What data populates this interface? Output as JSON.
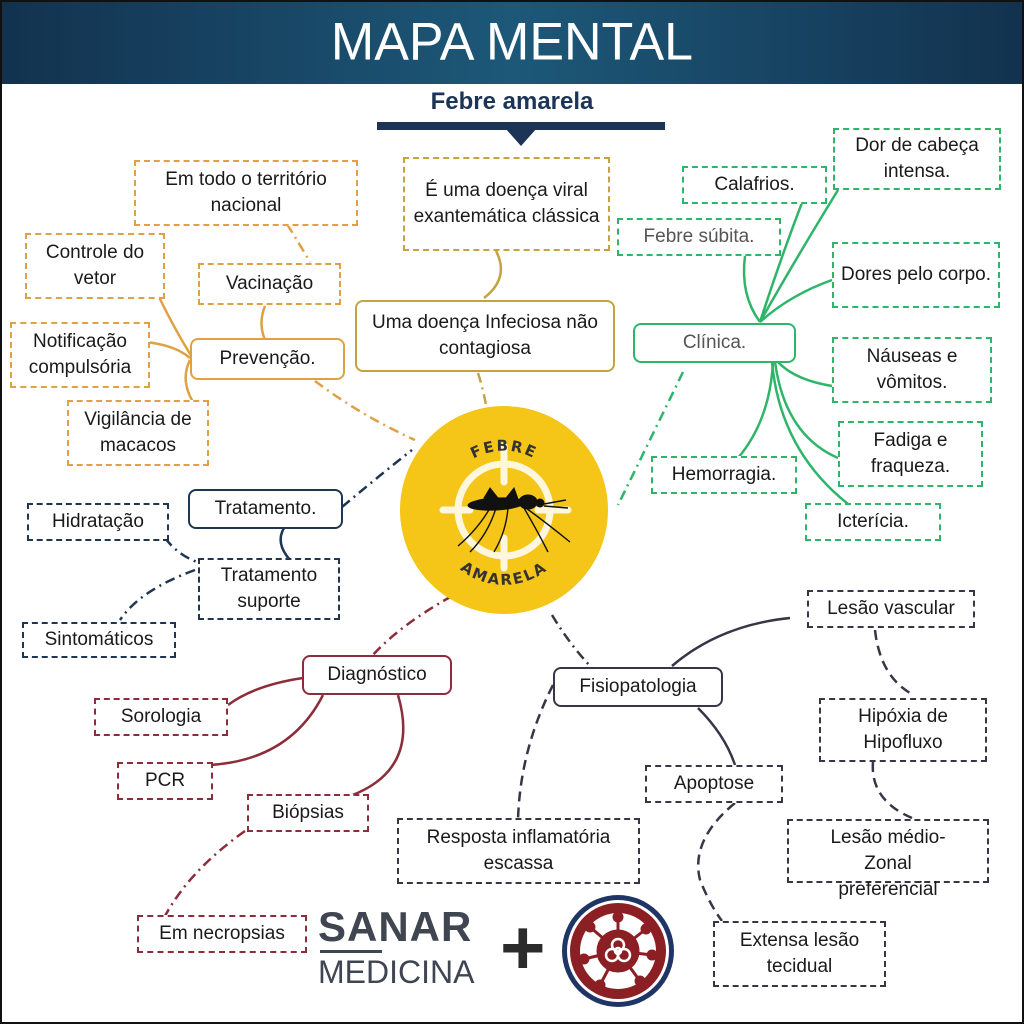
{
  "header": {
    "title": "MAPA MENTAL"
  },
  "subtitle": "Febre amarela",
  "center": {
    "top_text": "FEBRE",
    "bottom_text": "AMARELA",
    "icon": "mosquito-target-icon"
  },
  "colors": {
    "header_bg": "#1d5878",
    "subtitle": "#1c3557",
    "prevencao": "#e0a044",
    "definicao": "#c3a440",
    "clinica": "#2fb56a",
    "tratamento": "#1f3652",
    "diagnostico": "#8c2d3b",
    "fisiopatologia": "#3a3546",
    "center_circle": "#f5c518"
  },
  "branches": {
    "definicao": {
      "main": "Uma doença Infeciosa não contagiosa",
      "children": [
        "É uma doença viral exantemática clássica"
      ]
    },
    "prevencao": {
      "main": "Prevenção.",
      "children": [
        "Vacinação",
        "Em todo o território nacional",
        "Controle do vetor",
        "Notificação compulsória",
        "Vigilância de macacos"
      ]
    },
    "clinica": {
      "main": "Clínica.",
      "children": [
        "Febre súbita.",
        "Calafrios.",
        "Dor de cabeça intensa.",
        "Dores pelo corpo.",
        "Náuseas e vômitos.",
        "Fadiga e fraqueza.",
        "Icterícia.",
        "Hemorragia."
      ]
    },
    "tratamento": {
      "main": "Tratamento.",
      "children": [
        "Tratamento suporte",
        "Hidratação",
        "Sintomáticos"
      ]
    },
    "diagnostico": {
      "main": "Diagnóstico",
      "children": [
        "Sorologia",
        "PCR",
        "Biópsias",
        "Em necropsias"
      ]
    },
    "fisiopatologia": {
      "main": "Fisiopatologia",
      "children": [
        "Lesão vascular",
        "Hipóxia de Hipofluxo",
        "Lesão médio-Zonal preferencial",
        "Apoptose",
        "Extensa lesão tecidual",
        "Resposta inflamatória escassa"
      ]
    }
  },
  "footer": {
    "logo_top": "SANAR",
    "logo_bottom": "MEDICINA",
    "plus": "+",
    "partner_badge": "biohazard-league-badge"
  }
}
